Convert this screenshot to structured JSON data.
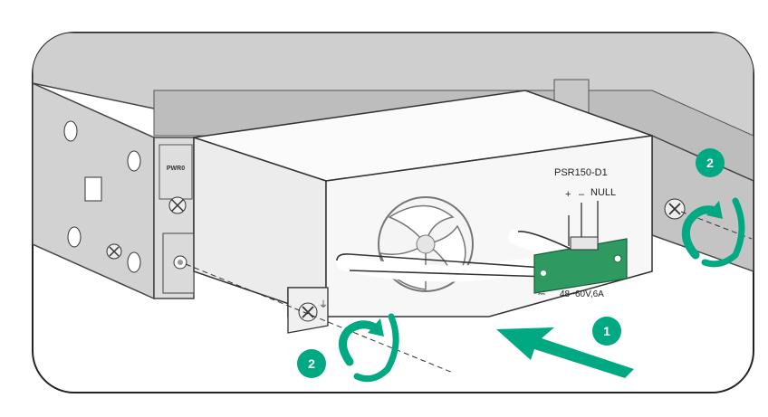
{
  "module": {
    "model": "PSR150-D1",
    "plus_terminal": "+",
    "minus_terminal": "–",
    "null_terminal": "NULL",
    "rating": "48~60V,6A",
    "chassis_slot_label": "PWR0"
  },
  "steps": {
    "insert": "1",
    "fasten_left": "2",
    "fasten_right": "2"
  },
  "colors": {
    "step_badge": "#01A982",
    "arrow": "#01A982",
    "terminal_block": "#2e9a61",
    "chassis": "#d4d4d4",
    "module_body": "#f7f7f7"
  }
}
